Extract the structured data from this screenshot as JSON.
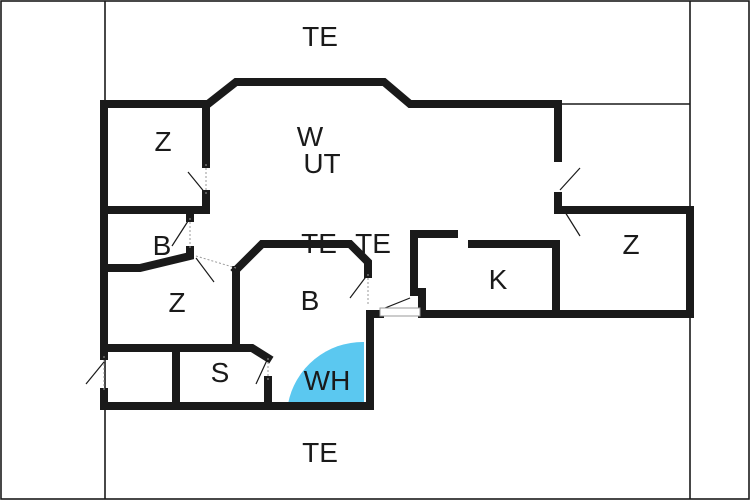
{
  "plan": {
    "rooms": [
      {
        "id": "terrace-top",
        "label": "TE"
      },
      {
        "id": "room-z-top-left",
        "label": "Z"
      },
      {
        "id": "living-w",
        "label": "W"
      },
      {
        "id": "living-ut",
        "label": "UT"
      },
      {
        "id": "hall-te",
        "label": "TE"
      },
      {
        "id": "hall-te-2",
        "label": "TE"
      },
      {
        "id": "room-b-left",
        "label": "B"
      },
      {
        "id": "room-z-right",
        "label": "Z"
      },
      {
        "id": "kitchen",
        "label": "K"
      },
      {
        "id": "room-z-left",
        "label": "Z"
      },
      {
        "id": "bath-b",
        "label": "B"
      },
      {
        "id": "storage-s",
        "label": "S"
      },
      {
        "id": "whirlpool",
        "label": "WH"
      },
      {
        "id": "terrace-bottom",
        "label": "TE"
      }
    ],
    "colors": {
      "wall": "#1a1a1a",
      "whirlpool": "#5bc8f0",
      "background": "#ffffff"
    }
  }
}
